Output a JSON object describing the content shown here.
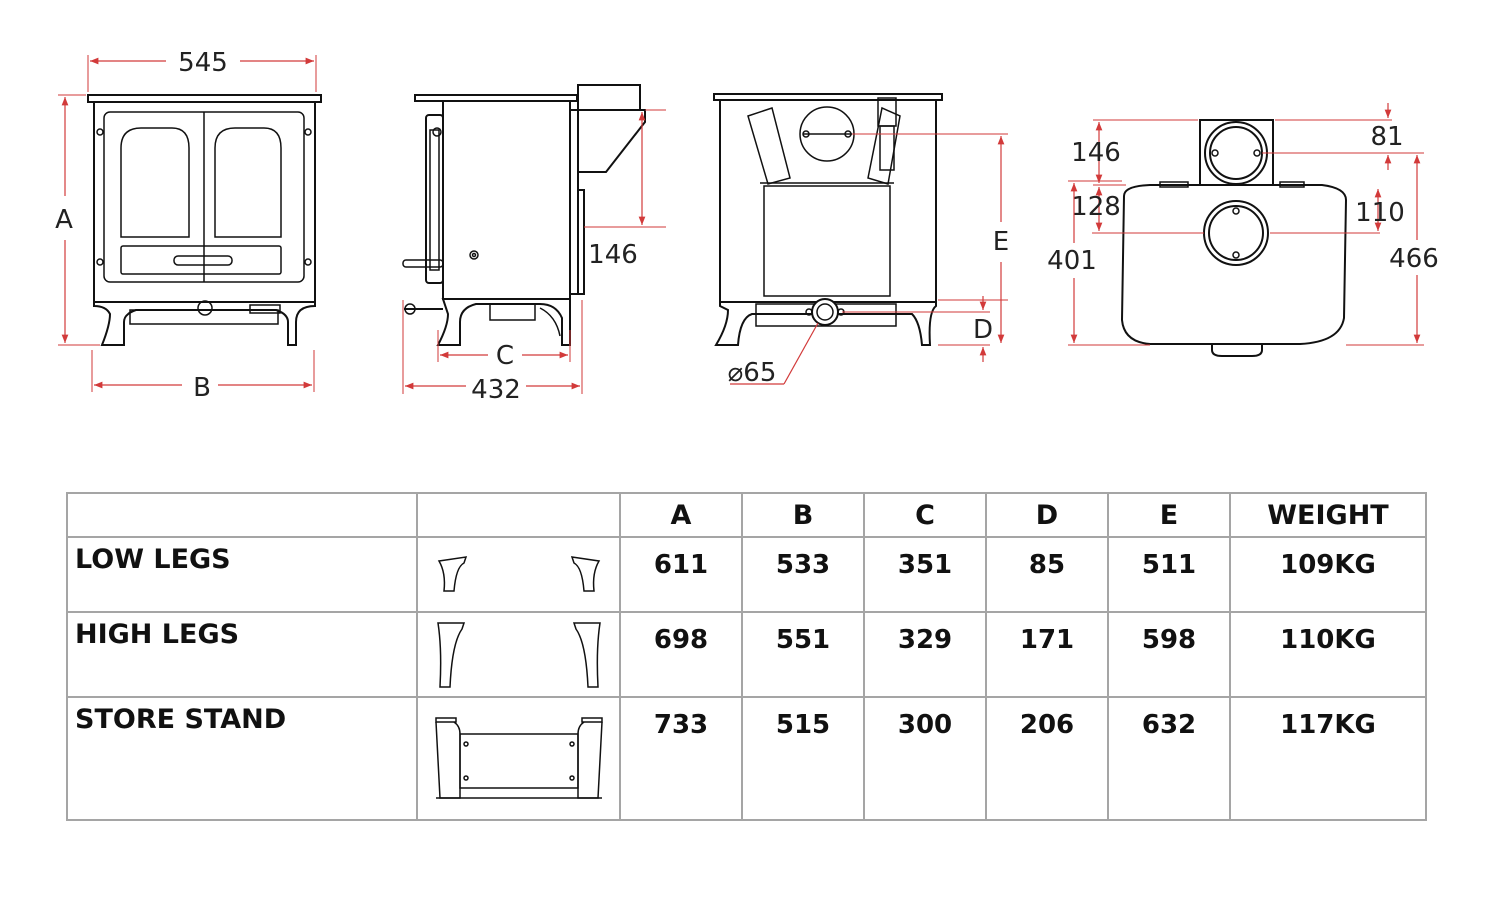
{
  "dimensions": {
    "width_545": "545",
    "label_A": "A",
    "label_B": "B",
    "label_C": "C",
    "depth_432": "432",
    "flue_146_side": "146",
    "label_E": "E",
    "label_D": "D",
    "air_inlet": "⌀65",
    "top_146": "146",
    "top_81": "81",
    "top_128": "128",
    "top_110": "110",
    "top_401": "401",
    "top_466": "466"
  },
  "table": {
    "headers": [
      "",
      "",
      "A",
      "B",
      "C",
      "D",
      "E",
      "WEIGHT"
    ],
    "rows": [
      {
        "label": "LOW LEGS",
        "icon": "low-legs-icon",
        "values": [
          "611",
          "533",
          "351",
          "85",
          "511",
          "109KG"
        ]
      },
      {
        "label": "HIGH LEGS",
        "icon": "high-legs-icon",
        "values": [
          "698",
          "551",
          "329",
          "171",
          "598",
          "110KG"
        ]
      },
      {
        "label": "STORE STAND",
        "icon": "store-stand-icon",
        "values": [
          "733",
          "515",
          "300",
          "206",
          "632",
          "117KG"
        ]
      }
    ]
  },
  "colors": {
    "dimension_line": "#d23a3a",
    "outline": "#111111",
    "table_border": "#a5a5a5"
  }
}
